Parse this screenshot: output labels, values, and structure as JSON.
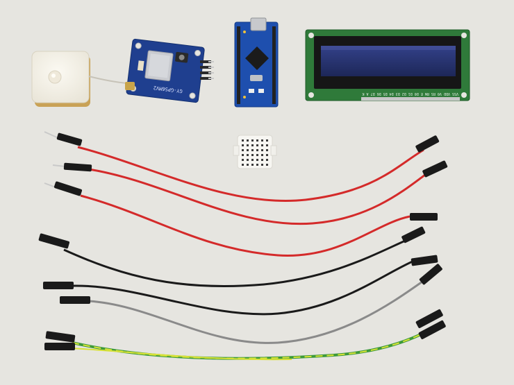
{
  "scene": {
    "background": "#e6e5e0",
    "objects": [
      "gps-antenna",
      "gps-module",
      "arduino-nano",
      "lcd-display",
      "mini-breadboard",
      "jumper-wires"
    ]
  },
  "gps_module": {
    "label": "GY-GPS6MV2",
    "board_color": "#1f3f8f"
  },
  "arduino_nano": {
    "board_color": "#1e4fae"
  },
  "lcd_display": {
    "board_color": "#2f7a3a",
    "screen_color": "#25306b",
    "pin_labels": "VSS VDD V0 RS RW E D0 D1 D2 D3 D4 D5 D6 D7 A K"
  },
  "jumper_wires": [
    {
      "name": "red-wire-1",
      "color": "#d42a2a"
    },
    {
      "name": "red-wire-2",
      "color": "#d42a2a"
    },
    {
      "name": "red-wire-3",
      "color": "#d42a2a"
    },
    {
      "name": "black-wire-1",
      "color": "#1a1a1a"
    },
    {
      "name": "black-wire-2",
      "color": "#1a1a1a"
    },
    {
      "name": "gray-wire",
      "color": "#8a8a8a"
    },
    {
      "name": "green-yellow-wire",
      "color": "#b7cf2a"
    }
  ]
}
